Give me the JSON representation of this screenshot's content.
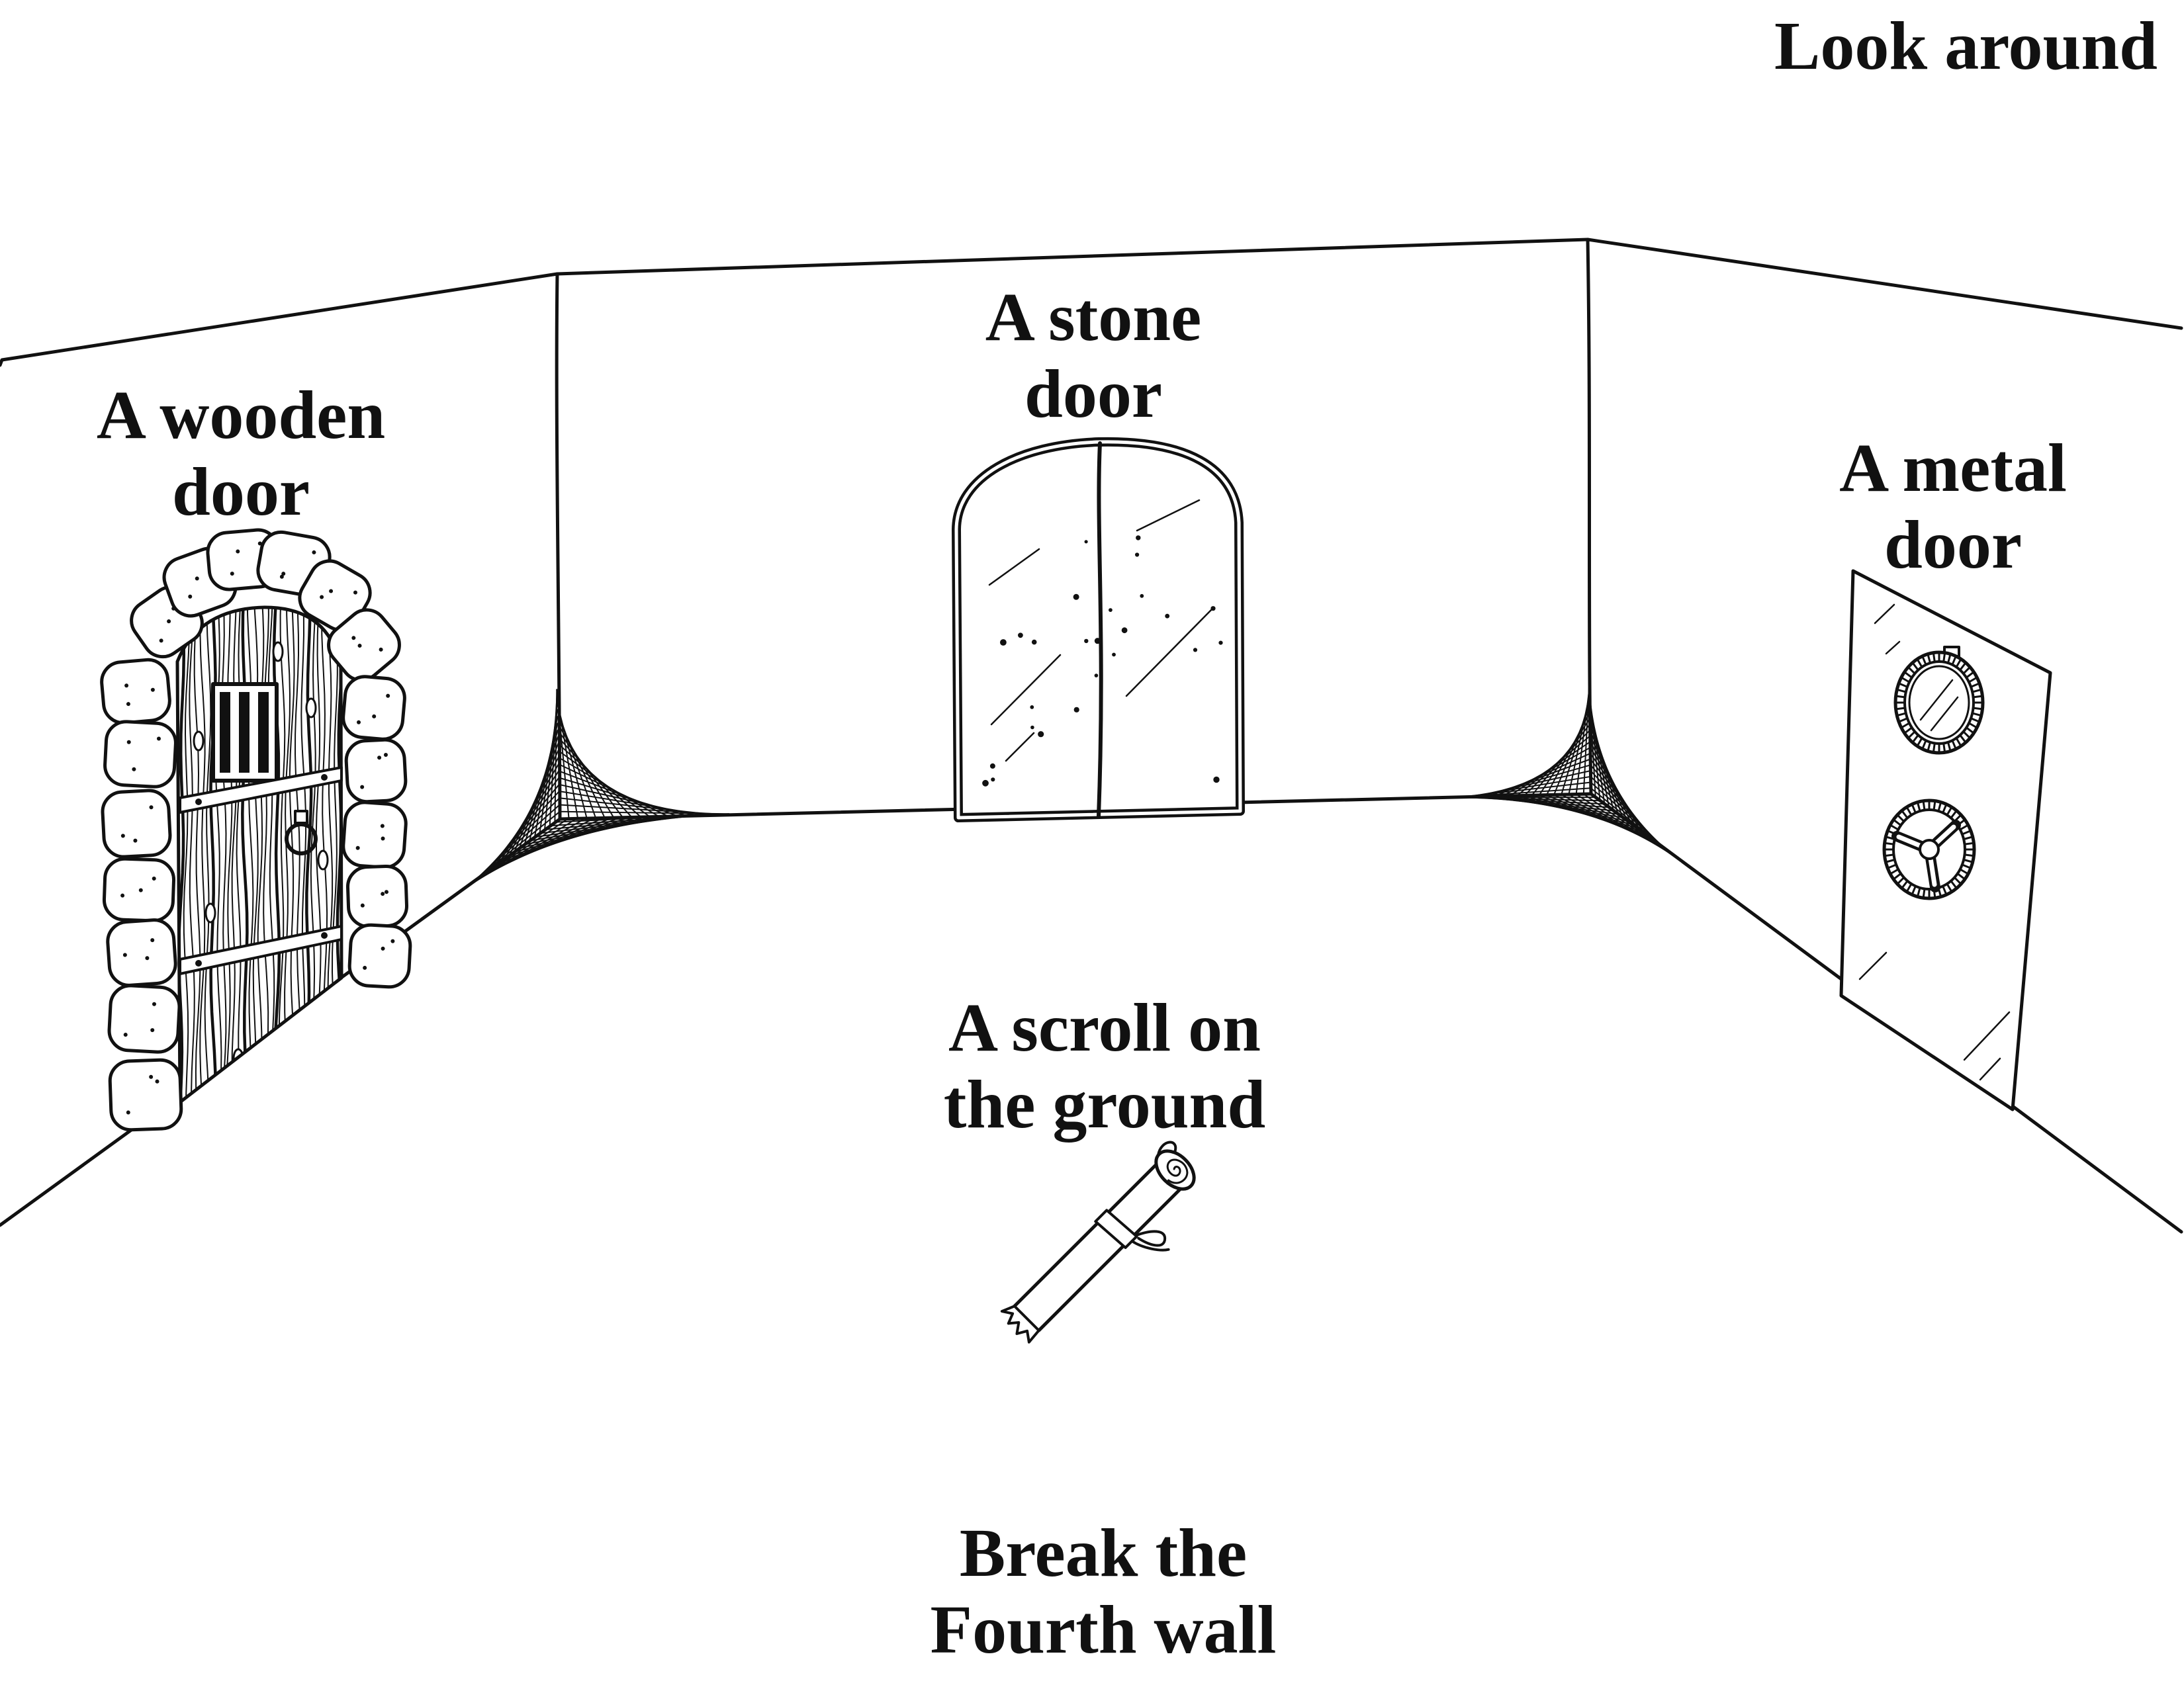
{
  "scene": {
    "look_around": "Look around",
    "options": {
      "wooden_door": {
        "lines": [
          "A wooden",
          "door"
        ]
      },
      "stone_door": {
        "lines": [
          "A stone",
          "door"
        ]
      },
      "metal_door": {
        "lines": [
          "A metal",
          "door"
        ]
      },
      "scroll": {
        "lines": [
          "A scroll on",
          "the ground"
        ]
      },
      "fourth_wall": {
        "lines": [
          "Break the",
          "Fourth wall"
        ]
      }
    }
  },
  "colors": {
    "ink": "#111111",
    "paper": "#ffffff"
  }
}
